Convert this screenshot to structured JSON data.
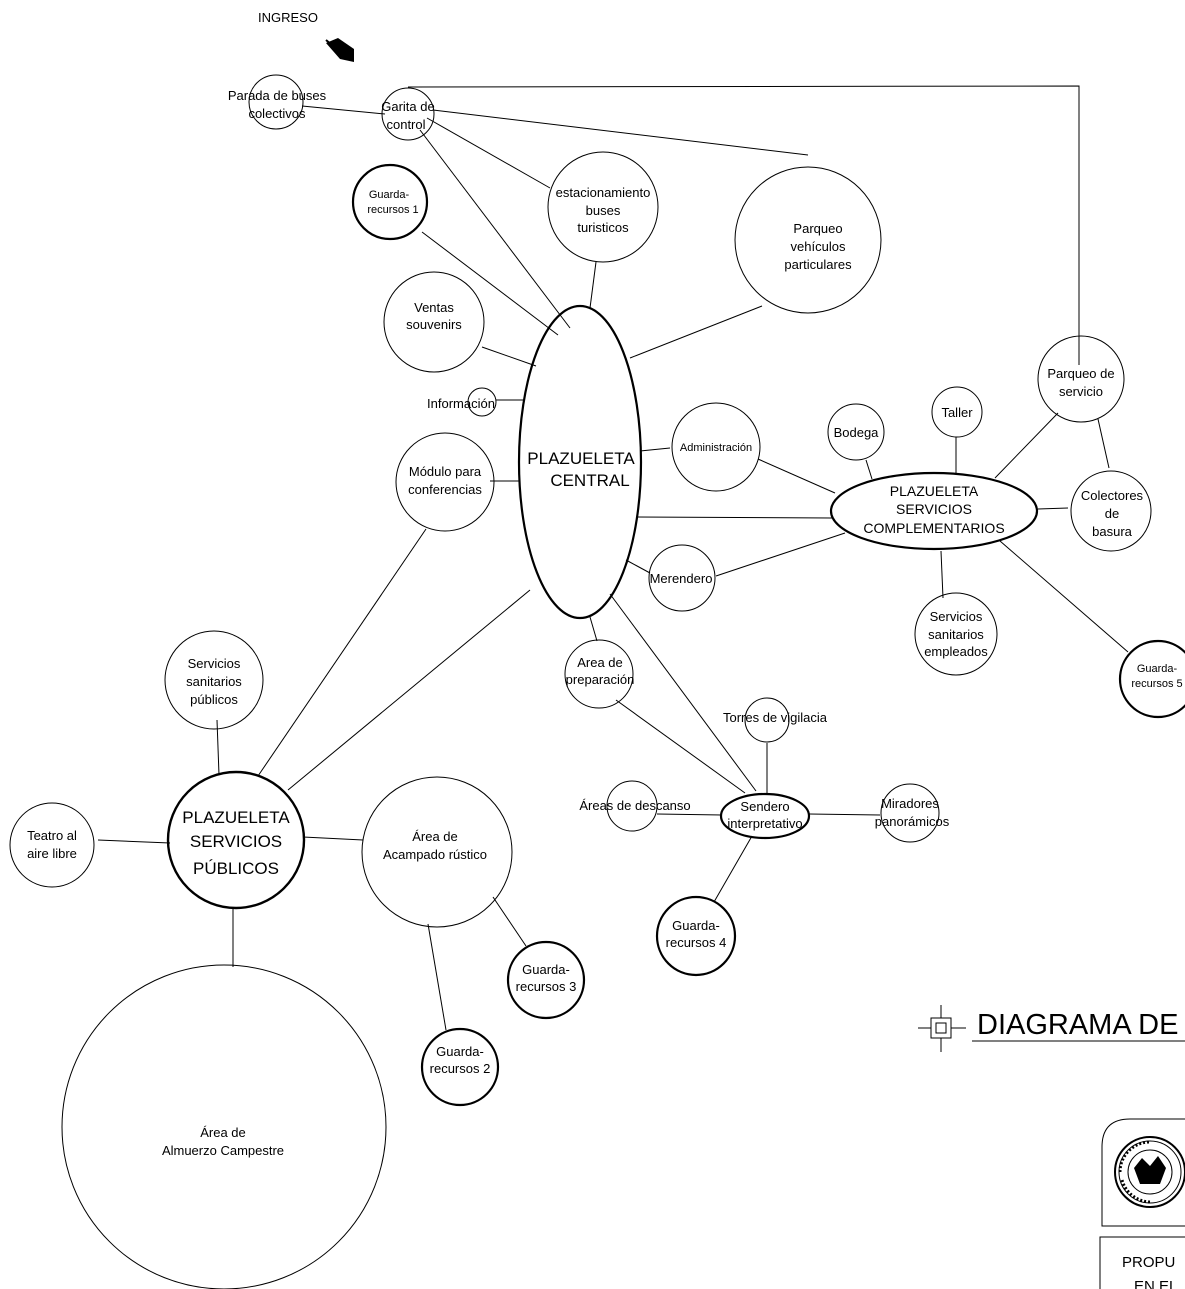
{
  "ingreso": "INGRESO",
  "nodes": {
    "parada": [
      "Parada de buses",
      "colectivos"
    ],
    "garita": [
      "Garita de",
      "control"
    ],
    "estacionamiento": [
      "estacionamiento",
      "buses",
      "turisticos"
    ],
    "parqueo_vehiculos": [
      "Parqueo",
      "vehículos",
      "particulares"
    ],
    "guarda1": [
      "Guarda-",
      "recursos 1"
    ],
    "ventas": [
      "Ventas",
      "souvenirs"
    ],
    "informacion": [
      "Información"
    ],
    "modulo": [
      "Módulo para",
      "conferencias"
    ],
    "central": [
      "PLAZUELETA",
      "CENTRAL"
    ],
    "administracion": [
      "Administración"
    ],
    "merendero": [
      "Merendero"
    ],
    "area_preparacion": [
      "Area de",
      "preparación"
    ],
    "servicios_publicos_sanitarios": [
      "Servicios",
      "sanitarios",
      "públicos"
    ],
    "plazueleta_publicos": [
      "PLAZUELETA",
      "SERVICIOS",
      "PÚBLICOS"
    ],
    "teatro": [
      "Teatro al",
      "aire libre"
    ],
    "acampado": [
      "Área de",
      "Acampado rústico"
    ],
    "guarda3": [
      "Guarda-",
      "recursos 3"
    ],
    "guarda2": [
      "Guarda-",
      "recursos 2"
    ],
    "almuerzo": [
      "Área de",
      "Almuerzo Campestre"
    ],
    "torres": [
      "Torres de vigilacia"
    ],
    "descanso": [
      "Áreas de descanso"
    ],
    "sendero": [
      "Sendero",
      "interpretativo"
    ],
    "miradores": [
      "Miradores",
      "panorámicos"
    ],
    "guarda4": [
      "Guarda-",
      "recursos 4"
    ],
    "bodega": [
      "Bodega"
    ],
    "taller": [
      "Taller"
    ],
    "parqueo_servicio": [
      "Parqueo de",
      "servicio"
    ],
    "complementarios": [
      "PLAZUELETA",
      "SERVICIOS",
      "COMPLEMENTARIOS"
    ],
    "colectores": [
      "Colectores",
      "de",
      "basura"
    ],
    "sanitarios_empleados": [
      "Servicios",
      "sanitarios",
      "empleados"
    ],
    "guarda5": [
      "Guarda-",
      "recursos 5"
    ]
  },
  "title": "DIAGRAMA DE",
  "footer_text": [
    "PROPU",
    "EN EL"
  ]
}
